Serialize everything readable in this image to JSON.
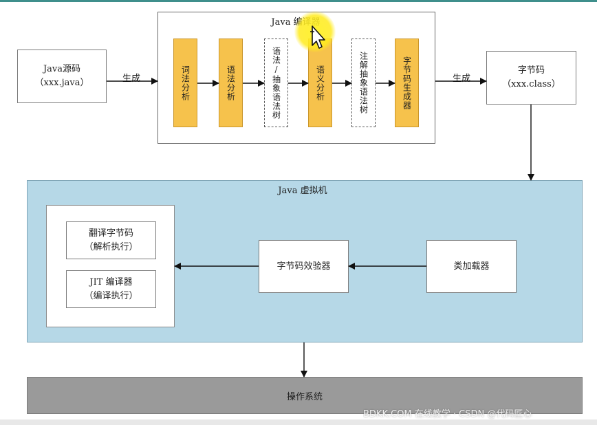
{
  "diagram": {
    "source": {
      "line1": "Java源码",
      "line2": "（xxx.java）"
    },
    "edge_generate_1": "生成",
    "compiler": {
      "title": "Java 编译器",
      "stages": [
        {
          "label": "词法分析",
          "style": "solid"
        },
        {
          "label": "语法分析",
          "style": "solid"
        },
        {
          "label": "语法/抽象语法树",
          "style": "dashed"
        },
        {
          "label": "语义分析",
          "style": "solid"
        },
        {
          "label": "注解抽象语法树",
          "style": "dashed"
        },
        {
          "label": "字节码生成器",
          "style": "solid"
        }
      ]
    },
    "edge_generate_2": "生成",
    "bytecode": {
      "line1": "字节码",
      "line2": "（xxx.class）"
    },
    "jvm": {
      "title": "Java 虚拟机",
      "interpreter": {
        "line1": "翻译字节码",
        "line2": "（解析执行）"
      },
      "jit": {
        "line1": "JIT 编译器",
        "line2": "（编译执行）"
      },
      "verifier": "字节码效验器",
      "classloader": "类加载器"
    },
    "os": "操作系统"
  },
  "colors": {
    "stage_fill": "#f6c24c",
    "jvm_fill": "#b6d8e7",
    "os_fill": "#9a9a9a"
  },
  "overlay": {
    "cursor": "move-cursor-icon",
    "watermark": "BDKK.COM 在线教学 · CSDN @代码匠心"
  }
}
